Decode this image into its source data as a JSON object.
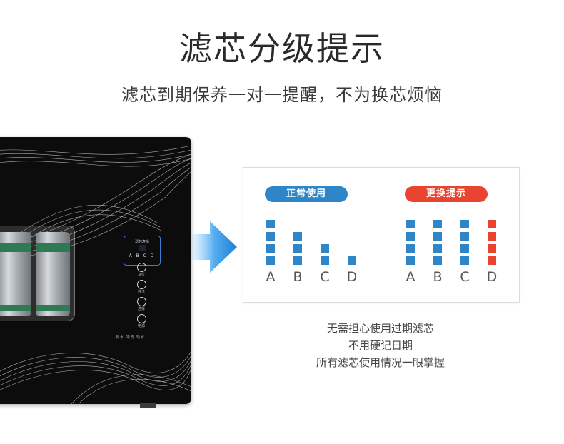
{
  "header": {
    "title": "滤芯分级提示",
    "subtitle": "滤芯到期保养一对一提醒，不为换芯烦恼"
  },
  "device_panel": {
    "display_title": "滤芯寿命",
    "display_letters": "A B C D",
    "buttons": [
      {
        "label": "复位",
        "icon": "reset-icon"
      },
      {
        "label": "冲洗",
        "icon": "flush-icon"
      },
      {
        "label": "选择",
        "icon": "select-icon"
      },
      {
        "label": "电源",
        "icon": "power-icon"
      }
    ],
    "status_labels": "制水 冲洗 缺水"
  },
  "legend": {
    "normal": {
      "label": "正常使用",
      "color": "#2e86c8"
    },
    "replace": {
      "label": "更换提示",
      "color": "#e8442f"
    }
  },
  "chart_data": [
    {
      "type": "bar",
      "title": "正常使用",
      "categories": [
        "A",
        "B",
        "C",
        "D"
      ],
      "values": [
        4,
        3,
        2,
        1
      ],
      "ylim": [
        0,
        4
      ]
    },
    {
      "type": "bar",
      "title": "更换提示",
      "categories": [
        "A",
        "B",
        "C",
        "D"
      ],
      "values": [
        4,
        4,
        4,
        4
      ],
      "highlight": "D",
      "ylim": [
        0,
        4
      ]
    }
  ],
  "notes": [
    "无需担心使用过期滤芯",
    "不用硬记日期",
    "所有滤芯使用情况一眼掌握"
  ]
}
